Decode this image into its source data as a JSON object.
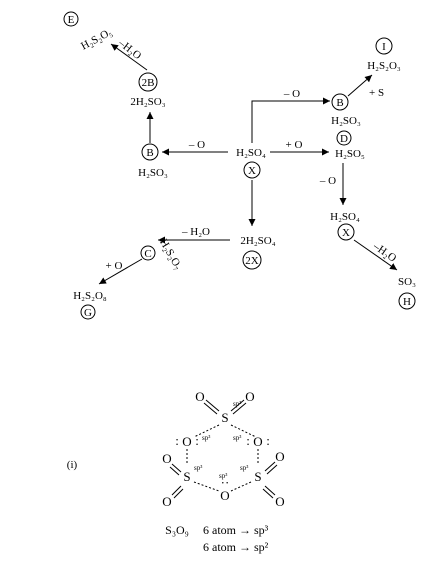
{
  "nodes": {
    "E": "E",
    "I": "I",
    "D": "D",
    "H": "H",
    "G": "G",
    "B2": "2B",
    "B_left": "B",
    "B_right": "B",
    "X_center": "X",
    "X_right": "X",
    "X2": "2X",
    "C": "C",
    "h2s2o5": "H₂S₂O₅",
    "h2s2o3": "H₂S₂O₃",
    "two_h2so3": "2H₂SO₃",
    "h2so3_left": "H₂SO₃",
    "h2so3_right": "H₂SO₃",
    "h2so4_center": "H₂SO₄",
    "h2so5": "H₂SO₅",
    "h2so4_right": "H₂SO₄",
    "so3": "SO₃",
    "two_h2so4": "2H₂SO₄",
    "h2s2o7": "H₂S₂O₇",
    "h2s2o8": "H₂S₂O₈"
  },
  "arrows": {
    "minus_h2o_e": "–H₂O",
    "minus_o_top": "– O",
    "plus_s": "+ S",
    "minus_o_left": "– O",
    "plus_o_right": "+ O",
    "minus_o_down": "– O",
    "minus_h2o_h": "–H₂O",
    "minus_h2o_c": "– H₂O",
    "plus_o_g": "+ O"
  },
  "structure": {
    "label": "(i)",
    "o": "O",
    "s": "S",
    "sp3": "sp³",
    "formula": "S₃O₉",
    "line1": "6 atom → sp³",
    "line2": "6 atom → sp²"
  }
}
